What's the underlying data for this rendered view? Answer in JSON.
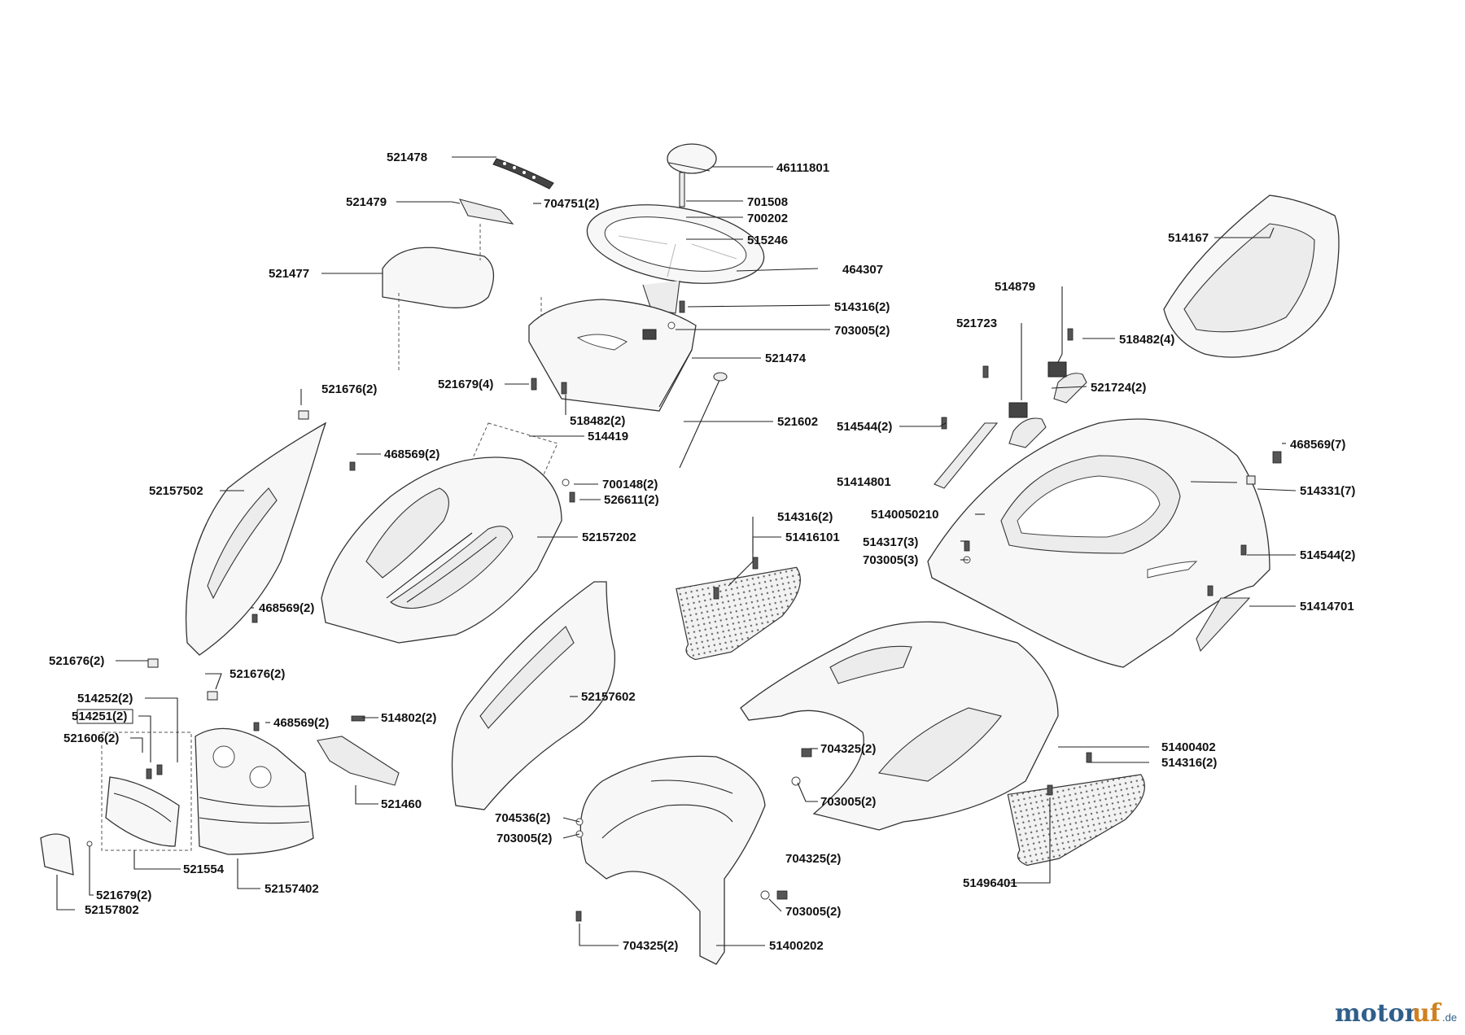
{
  "watermark": {
    "text_a": "motor",
    "text_b": "uf",
    "text_c": ".de",
    "color_a": "#2f5f8a",
    "color_b": "#d08020"
  },
  "labels": [
    {
      "id": "l01",
      "text": "521478"
    },
    {
      "id": "l02",
      "text": "46111801"
    },
    {
      "id": "l03",
      "text": "521479"
    },
    {
      "id": "l04",
      "text": "704751(2)"
    },
    {
      "id": "l05",
      "text": "701508"
    },
    {
      "id": "l06",
      "text": "700202"
    },
    {
      "id": "l07",
      "text": "515246"
    },
    {
      "id": "l08",
      "text": "521477"
    },
    {
      "id": "l09",
      "text": "464307"
    },
    {
      "id": "l10",
      "text": "514167"
    },
    {
      "id": "l11",
      "text": "514879"
    },
    {
      "id": "l12",
      "text": "514316(2)"
    },
    {
      "id": "l13",
      "text": "703005(2)"
    },
    {
      "id": "l14",
      "text": "521723"
    },
    {
      "id": "l15",
      "text": "518482(4)"
    },
    {
      "id": "l16",
      "text": "521474"
    },
    {
      "id": "l17",
      "text": "521679(4)"
    },
    {
      "id": "l18",
      "text": "521724(2)"
    },
    {
      "id": "l19",
      "text": "521676(2)"
    },
    {
      "id": "l20",
      "text": "518482(2)"
    },
    {
      "id": "l21",
      "text": "521602"
    },
    {
      "id": "l22",
      "text": "514544(2)"
    },
    {
      "id": "l23",
      "text": "514419"
    },
    {
      "id": "l24",
      "text": "468569(7)"
    },
    {
      "id": "l25",
      "text": "468569(2)"
    },
    {
      "id": "l26",
      "text": "52157502"
    },
    {
      "id": "l27",
      "text": "700148(2)"
    },
    {
      "id": "l28",
      "text": "51414801"
    },
    {
      "id": "l29",
      "text": "514331(7)"
    },
    {
      "id": "l30",
      "text": "526611(2)"
    },
    {
      "id": "l31",
      "text": "514316(2)"
    },
    {
      "id": "l32",
      "text": "5140050210"
    },
    {
      "id": "l33",
      "text": "52157202"
    },
    {
      "id": "l34",
      "text": "51416101"
    },
    {
      "id": "l35",
      "text": "514317(3)"
    },
    {
      "id": "l36",
      "text": "703005(3)"
    },
    {
      "id": "l37",
      "text": "514544(2)"
    },
    {
      "id": "l38",
      "text": "468569(2)"
    },
    {
      "id": "l39",
      "text": "51414701"
    },
    {
      "id": "l40",
      "text": "521676(2)"
    },
    {
      "id": "l41",
      "text": "521676(2)"
    },
    {
      "id": "l42",
      "text": "514252(2)"
    },
    {
      "id": "l43",
      "text": "514251(2)"
    },
    {
      "id": "l44",
      "text": "468569(2)"
    },
    {
      "id": "l45",
      "text": "514802(2)"
    },
    {
      "id": "l46",
      "text": "52157602"
    },
    {
      "id": "l47",
      "text": "521606(2)"
    },
    {
      "id": "l48",
      "text": "51400402"
    },
    {
      "id": "l49",
      "text": "704325(2)"
    },
    {
      "id": "l50",
      "text": "514316(2)"
    },
    {
      "id": "l51",
      "text": "521460"
    },
    {
      "id": "l52",
      "text": "703005(2)"
    },
    {
      "id": "l53",
      "text": "704536(2)"
    },
    {
      "id": "l54",
      "text": "703005(2)"
    },
    {
      "id": "l55",
      "text": "704325(2)"
    },
    {
      "id": "l56",
      "text": "521554"
    },
    {
      "id": "l57",
      "text": "51496401"
    },
    {
      "id": "l58",
      "text": "52157402"
    },
    {
      "id": "l59",
      "text": "703005(2)"
    },
    {
      "id": "l60",
      "text": "521679(2)"
    },
    {
      "id": "l61",
      "text": "52157802"
    },
    {
      "id": "l62",
      "text": "704325(2)"
    },
    {
      "id": "l63",
      "text": "51400202"
    }
  ]
}
